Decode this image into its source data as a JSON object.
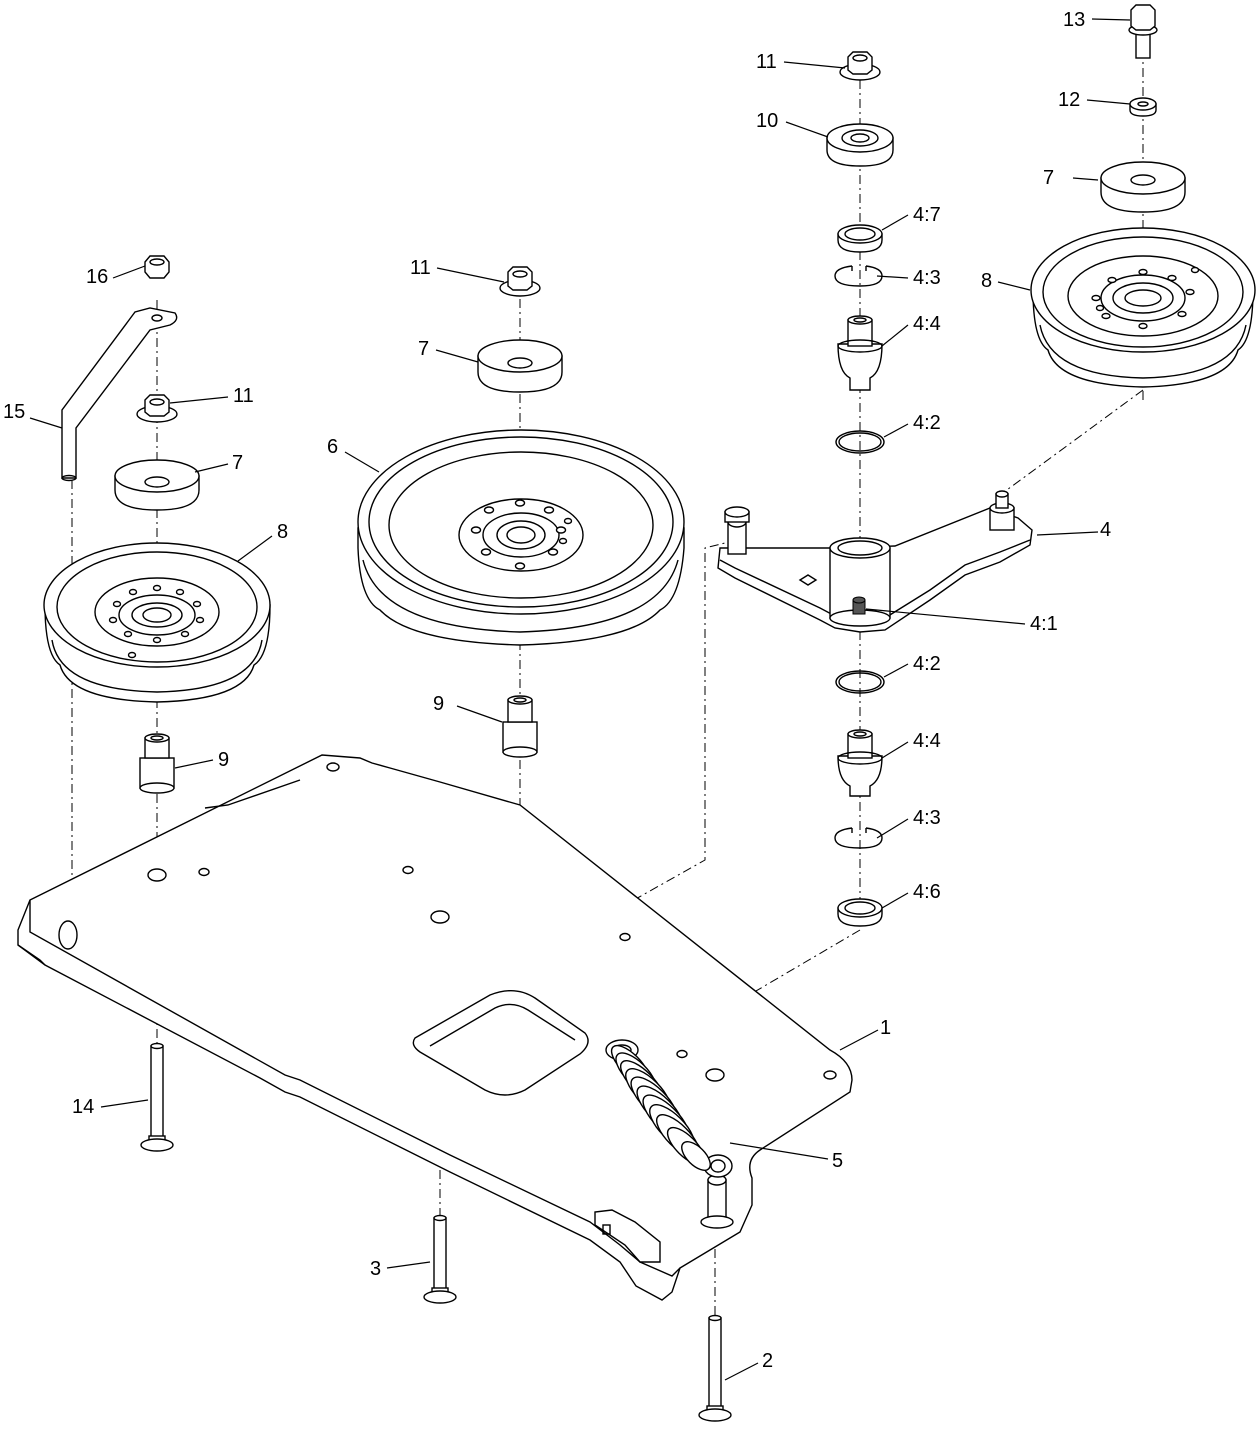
{
  "callouts": {
    "c1": "1",
    "c2": "2",
    "c3": "3",
    "c4": "4",
    "c4_1": "4:1",
    "c4_2_top": "4:2",
    "c4_2_bottom": "4:2",
    "c4_3_top": "4:3",
    "c4_3_bottom": "4:3",
    "c4_4_top": "4:4",
    "c4_4_bottom": "4:4",
    "c4_6": "4:6",
    "c4_7": "4:7",
    "c5": "5",
    "c6": "6",
    "c7_left": "7",
    "c7_center": "7",
    "c7_right": "7",
    "c8_left": "8",
    "c8_right": "8",
    "c9_left": "9",
    "c9_center": "9",
    "c10": "10",
    "c11_left": "11",
    "c11_center": "11",
    "c11_right": "11",
    "c12": "12",
    "c13": "13",
    "c14": "14",
    "c15": "15",
    "c16": "16"
  }
}
